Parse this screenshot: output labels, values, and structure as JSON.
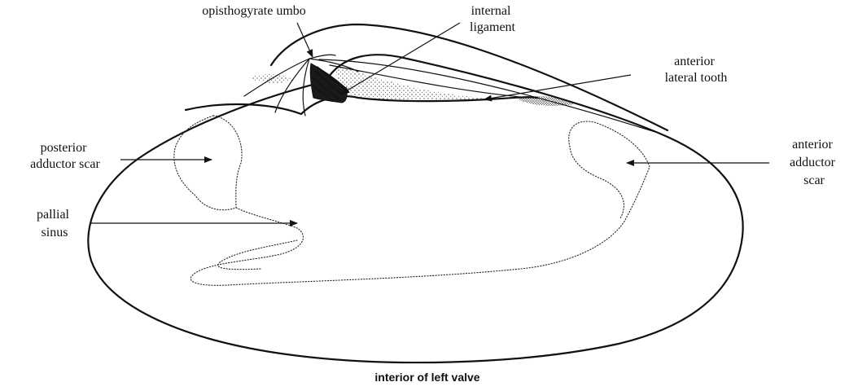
{
  "caption": "interior of left valve",
  "labels": {
    "opisthogyrate_umbo": "opisthogyrate umbo",
    "internal_ligament": [
      "internal",
      "ligament"
    ],
    "anterior_lateral_tooth": [
      "anterior",
      "lateral tooth"
    ],
    "posterior_adductor_scar": [
      "posterior",
      "adductor scar"
    ],
    "anterior_adductor_scar": [
      "anterior",
      "adductor",
      "scar"
    ],
    "pallial_sinus": [
      "pallial",
      "sinus"
    ]
  }
}
